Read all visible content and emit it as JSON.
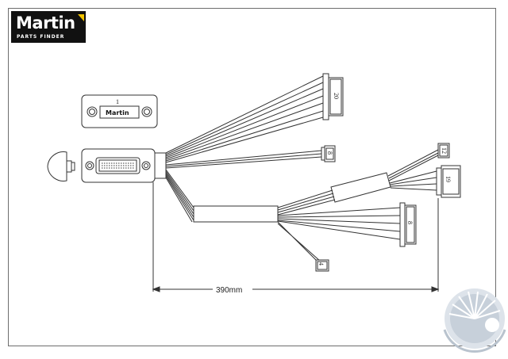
{
  "logo": {
    "brand": "Martin",
    "tagline": "PARTS FINDER",
    "accent_color": "#f2c300"
  },
  "drawing": {
    "plate_label_number": "1",
    "plate_label_brand": "Martin",
    "connectors": {
      "top_connector_pins": "20",
      "small_connector_middle": "8",
      "right_small_connector": "12",
      "right_connector": "19",
      "lower_connector": "8",
      "bottom_small_connector": "4"
    },
    "dimension_label": "390mm"
  }
}
